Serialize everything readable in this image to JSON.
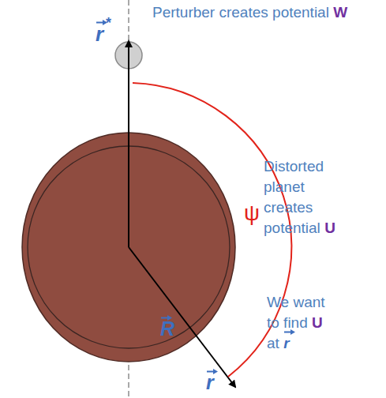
{
  "diagram": {
    "labels": [
      "Perturber creates potential",
      "W",
      "r",
      "*",
      "Distorted planet creates potential",
      "U",
      "ψ",
      "R",
      "r",
      "We want to find",
      "U",
      "at",
      "r"
    ]
  }
}
